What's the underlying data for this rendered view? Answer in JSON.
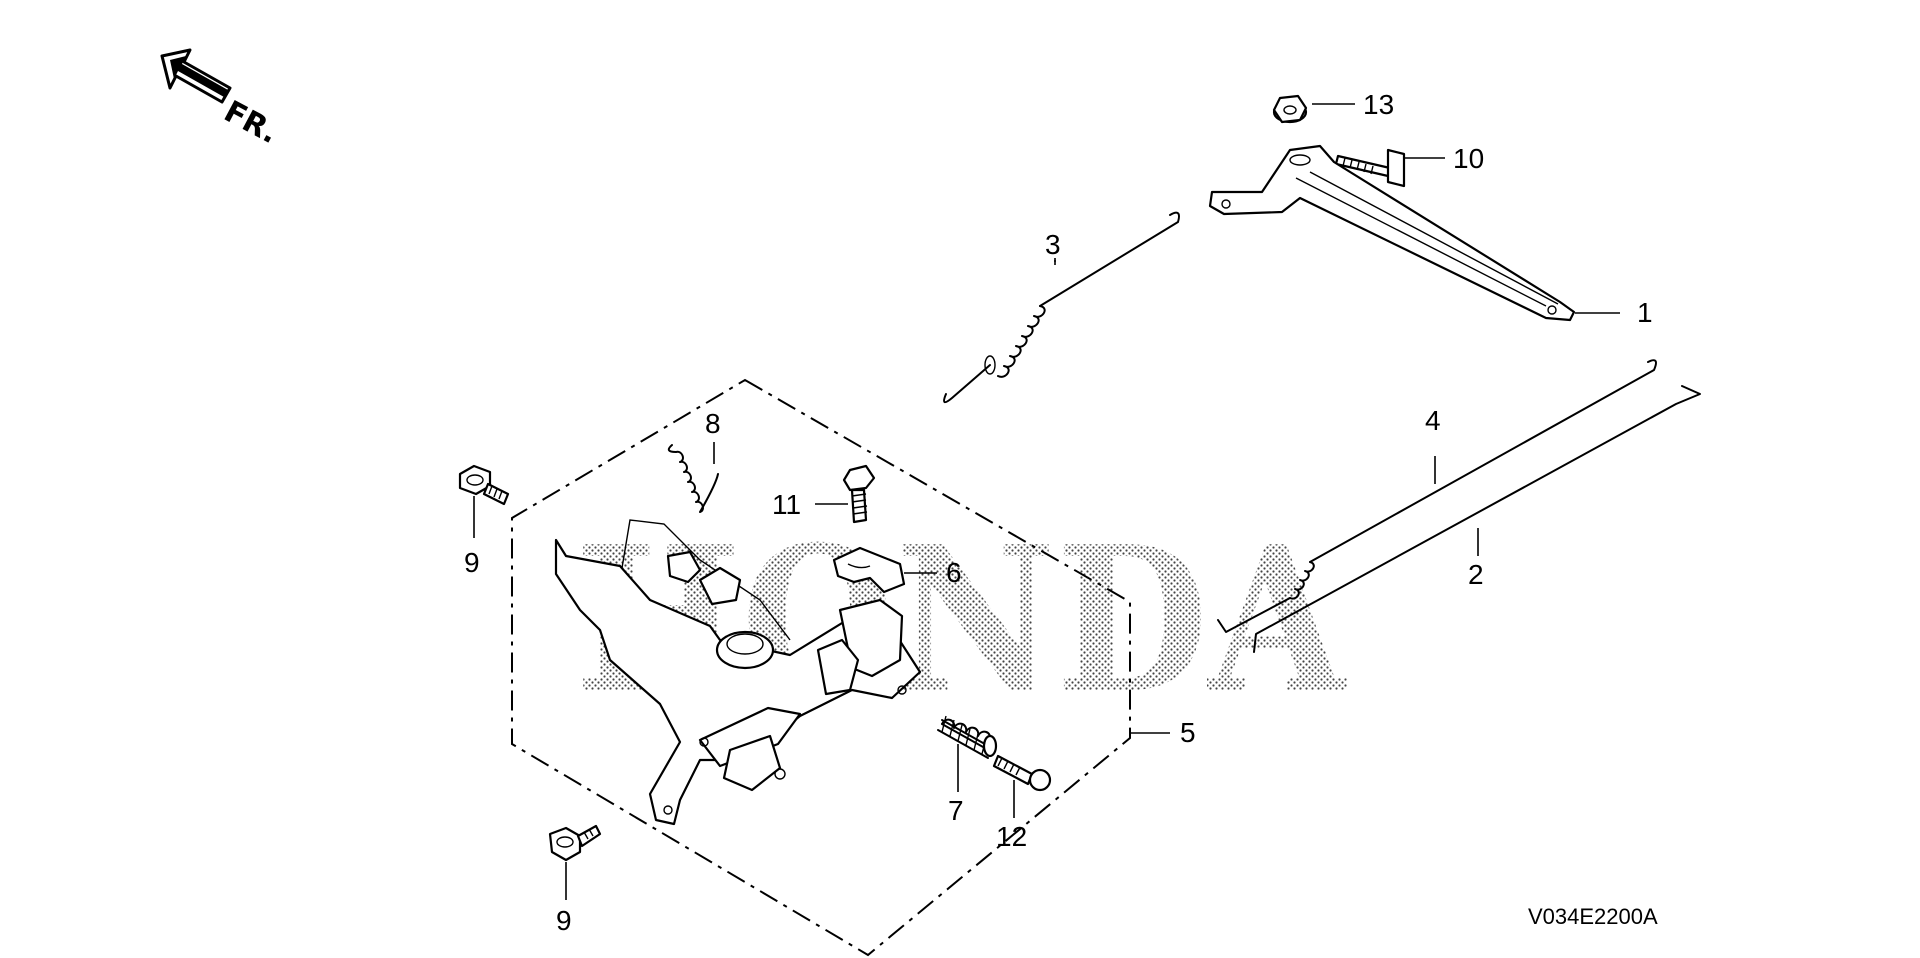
{
  "diagram": {
    "title": "Control Base Parts Diagram",
    "orientation_label": "FR.",
    "watermark": "HONDA",
    "drawing_code": "V034E2200A",
    "callouts": [
      {
        "id": "1",
        "label": "1"
      },
      {
        "id": "2",
        "label": "2"
      },
      {
        "id": "3",
        "label": "3"
      },
      {
        "id": "4",
        "label": "4"
      },
      {
        "id": "5",
        "label": "5"
      },
      {
        "id": "6",
        "label": "6"
      },
      {
        "id": "7",
        "label": "7"
      },
      {
        "id": "8",
        "label": "8"
      },
      {
        "id": "9a",
        "label": "9"
      },
      {
        "id": "9b",
        "label": "9"
      },
      {
        "id": "10",
        "label": "10"
      },
      {
        "id": "11",
        "label": "11"
      },
      {
        "id": "12",
        "label": "12"
      },
      {
        "id": "13",
        "label": "13"
      }
    ]
  }
}
